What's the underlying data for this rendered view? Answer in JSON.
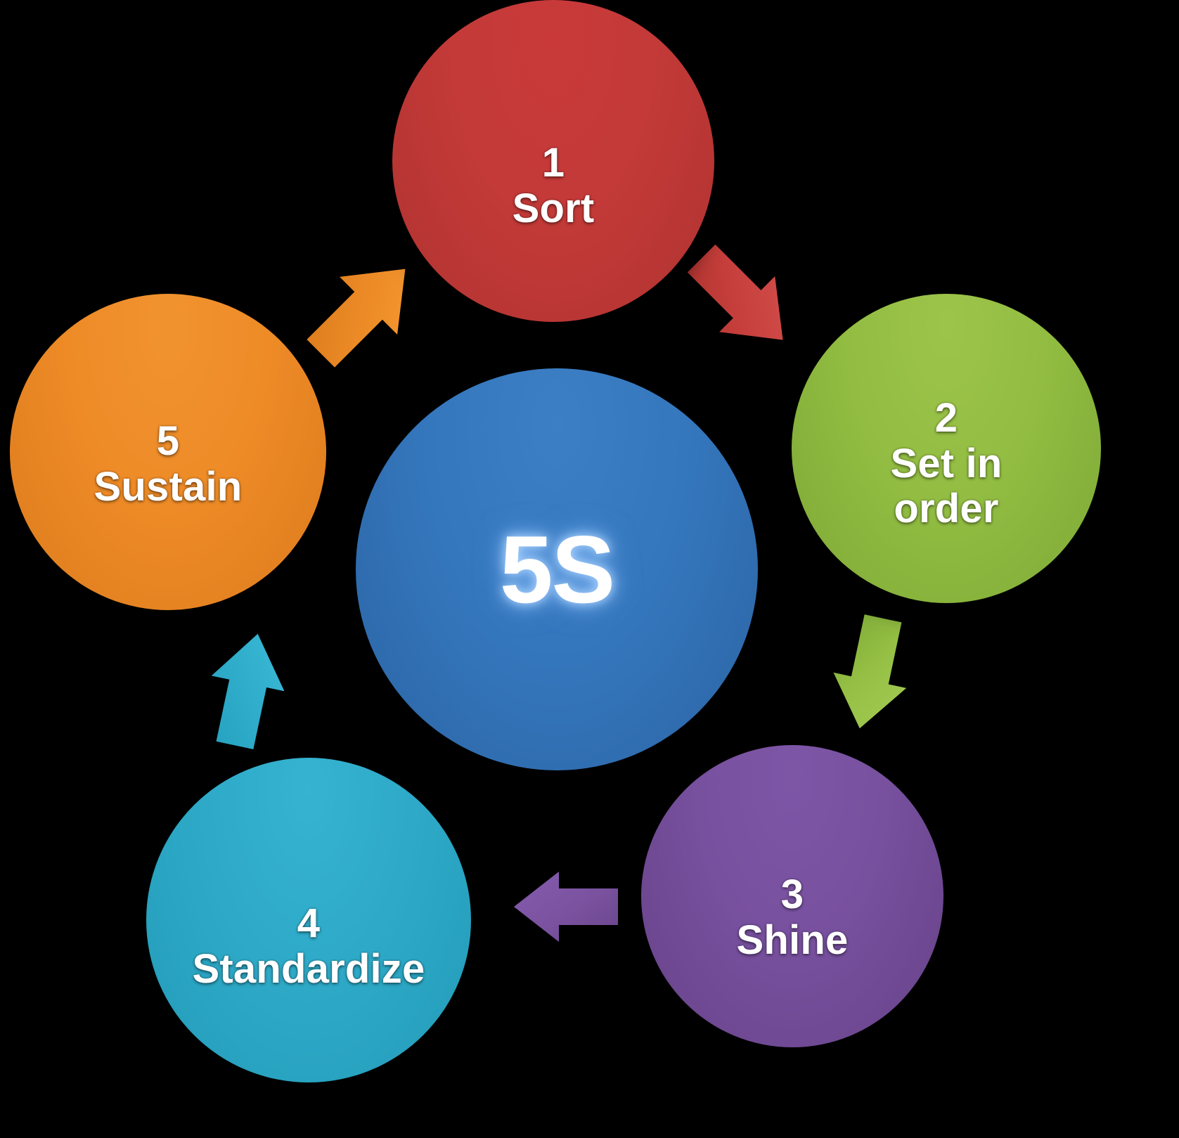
{
  "diagram": {
    "title": "5S",
    "type": "cycle",
    "background_color": "#000000",
    "center": {
      "label": "5S",
      "color": "#3577BD"
    },
    "steps": [
      {
        "number": "1",
        "name": "Sort",
        "label": "1\nSort",
        "color": "#C33A38",
        "position": "top"
      },
      {
        "number": "2",
        "name": "Set in order",
        "label": "2\nSet in\norder",
        "color": "#92BD42",
        "position": "right"
      },
      {
        "number": "3",
        "name": "Shine",
        "label": "3\nShine",
        "color": "#77509E",
        "position": "bottom-right"
      },
      {
        "number": "4",
        "name": "Standardize",
        "label": "4\nStandardize",
        "color": "#2EAAC8",
        "position": "bottom-left"
      },
      {
        "number": "5",
        "name": "Sustain",
        "label": "5\nSustain",
        "color": "#EE8B27",
        "position": "left"
      }
    ],
    "arrows": [
      {
        "from": "1 Sort",
        "to": "2 Set in order",
        "color": "#C33A38",
        "direction": "down-right"
      },
      {
        "from": "2 Set in order",
        "to": "3 Shine",
        "color": "#92BD42",
        "direction": "down"
      },
      {
        "from": "3 Shine",
        "to": "4 Standardize",
        "color": "#77509E",
        "direction": "left"
      },
      {
        "from": "4 Standardize",
        "to": "5 Sustain",
        "color": "#2EAAC8",
        "direction": "up"
      },
      {
        "from": "5 Sustain",
        "to": "1 Sort",
        "color": "#EE8B27",
        "direction": "up-right"
      }
    ]
  }
}
